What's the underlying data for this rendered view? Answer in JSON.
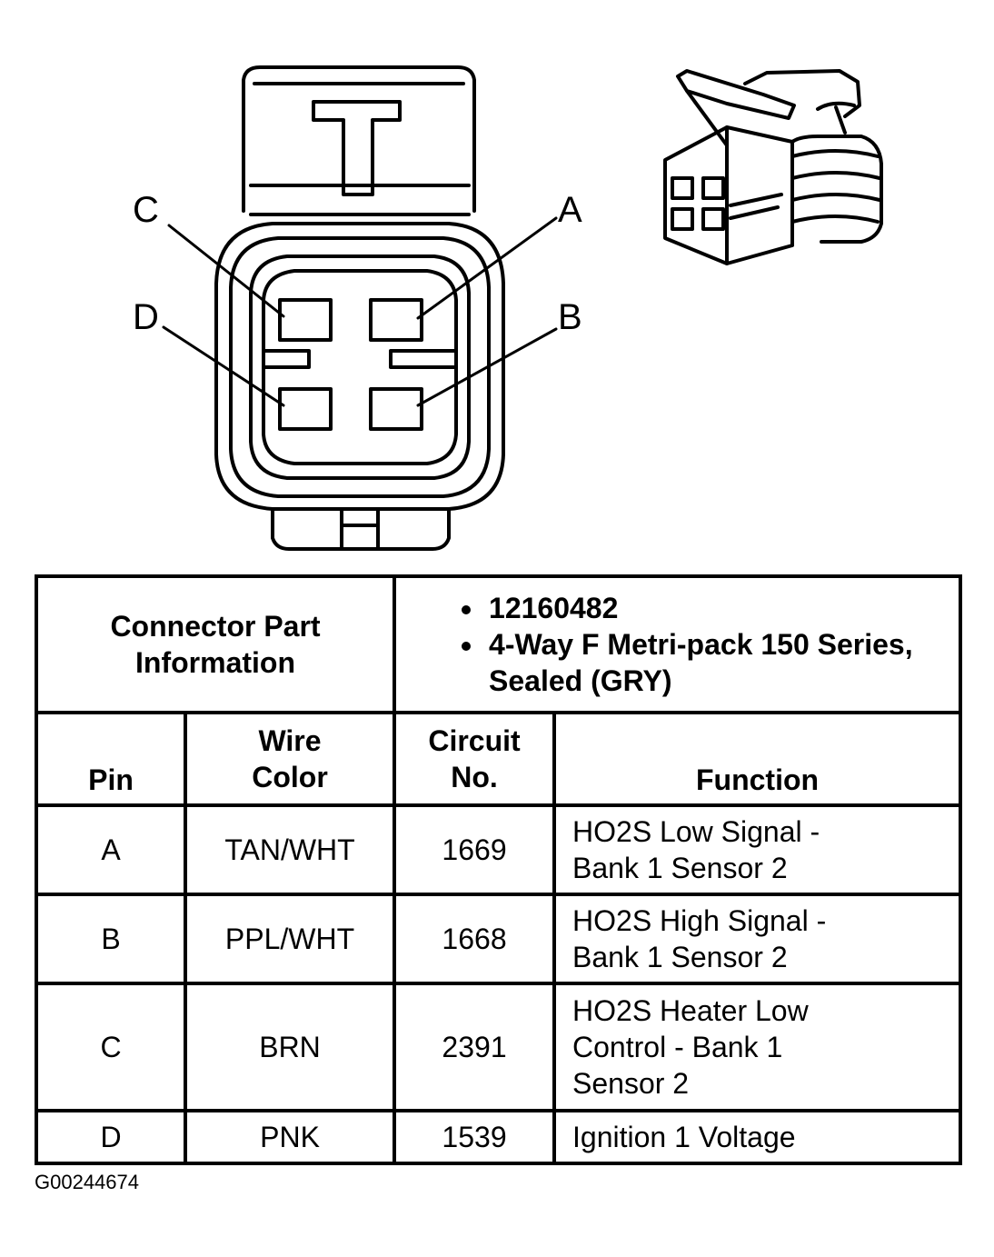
{
  "connector_face": {
    "pin_labels": [
      "C",
      "A",
      "D",
      "B"
    ]
  },
  "connector_info": {
    "label": "Connector Part Information",
    "bullets": [
      "12160482",
      "4-Way F Metri-pack 150 Series, Sealed (GRY)"
    ]
  },
  "columns": {
    "pin": "Pin",
    "wire_color_line1": "Wire",
    "wire_color_line2": "Color",
    "circuit_line1": "Circuit",
    "circuit_line2": "No.",
    "function": "Function"
  },
  "rows": [
    {
      "pin": "A",
      "wire": "TAN/WHT",
      "circuit": "1669",
      "function": [
        "HO2S Low Signal -",
        "Bank 1 Sensor 2"
      ]
    },
    {
      "pin": "B",
      "wire": "PPL/WHT",
      "circuit": "1668",
      "function": [
        "HO2S High Signal -",
        "Bank 1 Sensor 2"
      ]
    },
    {
      "pin": "C",
      "wire": "BRN",
      "circuit": "2391",
      "function": [
        "HO2S Heater Low",
        "Control - Bank 1",
        "Sensor 2"
      ]
    },
    {
      "pin": "D",
      "wire": "PNK",
      "circuit": "1539",
      "function": [
        "Ignition 1 Voltage"
      ]
    }
  ],
  "figure_id": "G00244674"
}
